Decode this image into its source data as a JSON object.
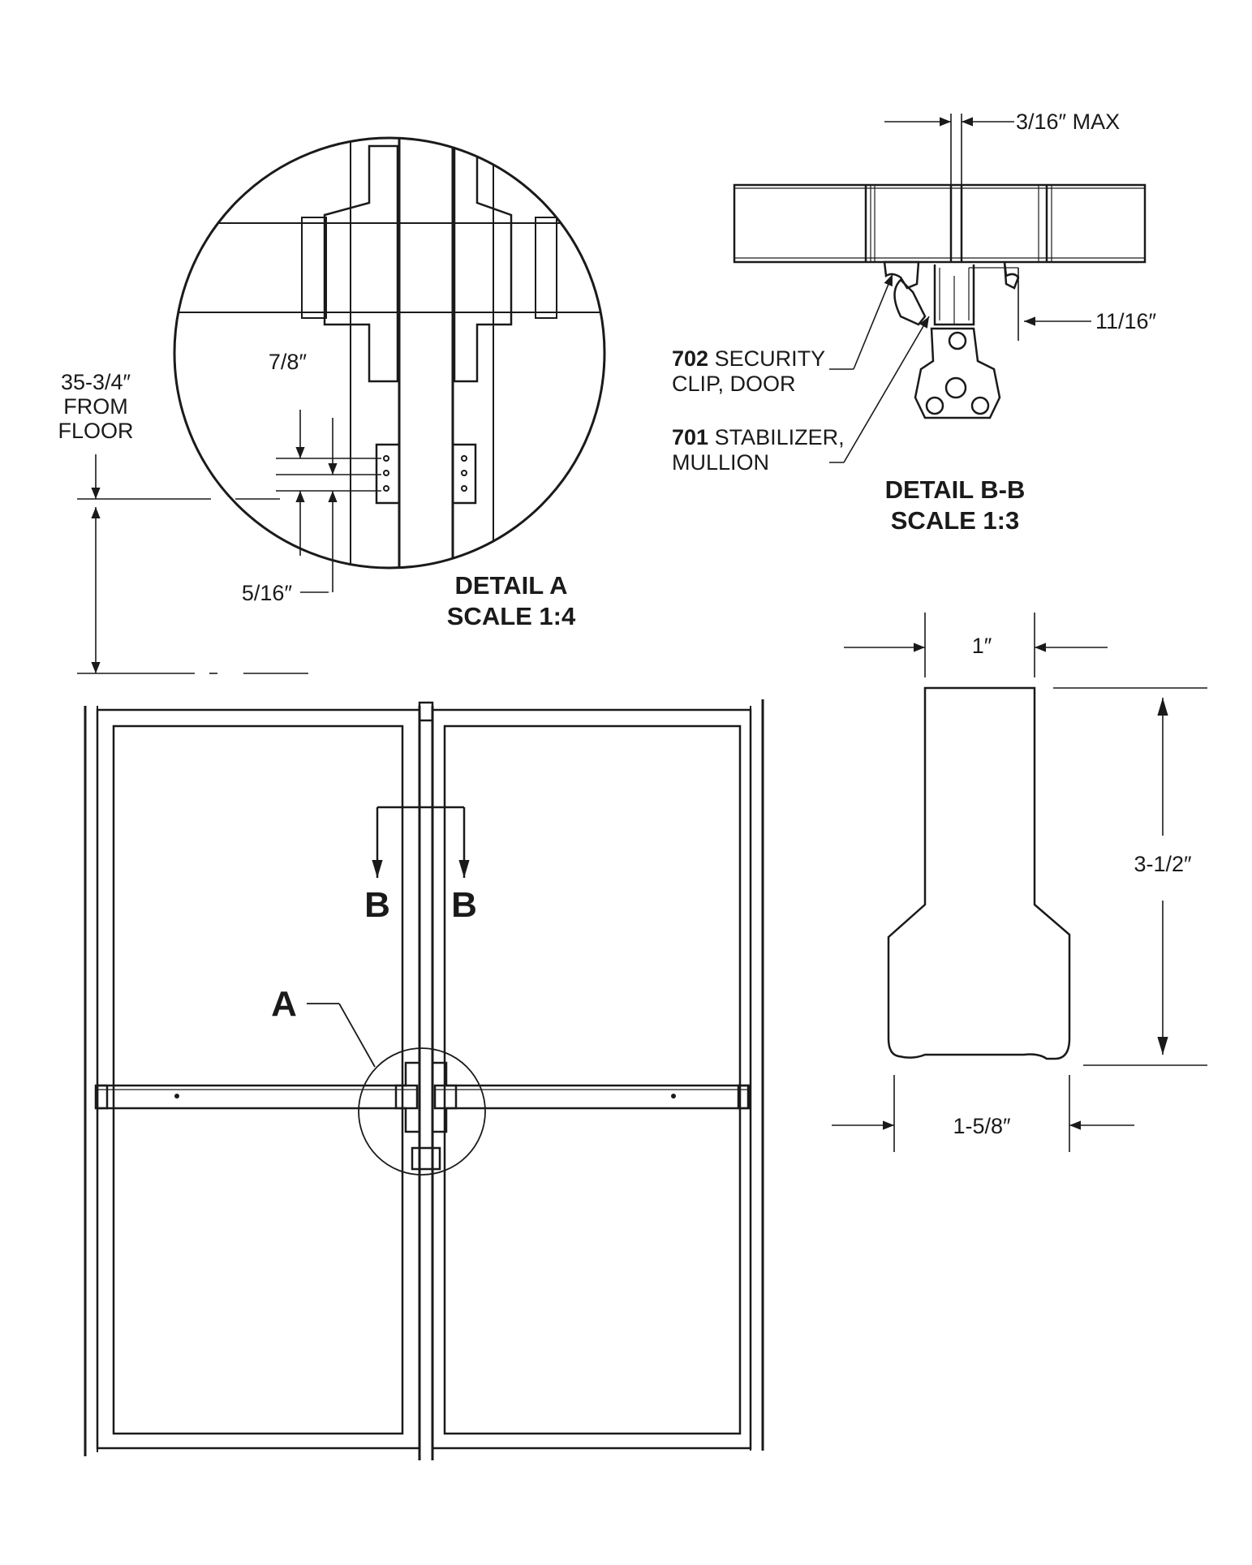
{
  "detail_a": {
    "title_line1": "DETAIL A",
    "title_line2": "SCALE 1:4",
    "dim_7_8": "7/8″",
    "dim_5_16": "5/16″",
    "height_line1": "35-3/4″",
    "height_line2": "FROM",
    "height_line3": "FLOOR"
  },
  "detail_bb": {
    "title_line1": "DETAIL B-B",
    "title_line2": "SCALE 1:3",
    "dim_gap": "3/16″ MAX",
    "dim_11_16": "11/16″",
    "part_702_num": "702",
    "part_702_text1": " SECURITY",
    "part_702_text2": "CLIP, DOOR",
    "part_701_num": "701",
    "part_701_text1": " STABILIZER,",
    "part_701_text2": "MULLION"
  },
  "elevation": {
    "label_a": "A",
    "section_left": "B",
    "section_right": "B"
  },
  "profile": {
    "dim_top": "1″",
    "dim_height": "3-1/2″",
    "dim_bottom": "1-5/8″"
  }
}
